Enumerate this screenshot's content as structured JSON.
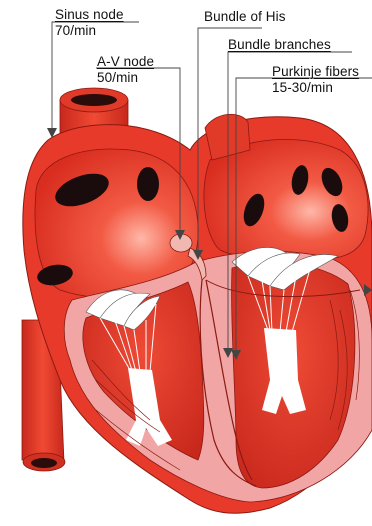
{
  "labels": {
    "sinus_node": {
      "name": "Sinus node",
      "rate": "70/min"
    },
    "av_node": {
      "name": "A-V node",
      "rate": "50/min"
    },
    "bundle_of_his": {
      "name": "Bundle of His"
    },
    "bundle_branches": {
      "name": "Bundle branches"
    },
    "purkinje_fibers": {
      "name": "Purkinje fibers",
      "rate": "15-30/min"
    }
  },
  "colors": {
    "myocardium": "#e83a2a",
    "inner_wall": "#f2a5a5",
    "chamber_dark": "#c0281c",
    "hole": "#1a0c0c",
    "conduction": "#f0b8b0",
    "fiber": "#ffffff",
    "line": "#444444"
  }
}
